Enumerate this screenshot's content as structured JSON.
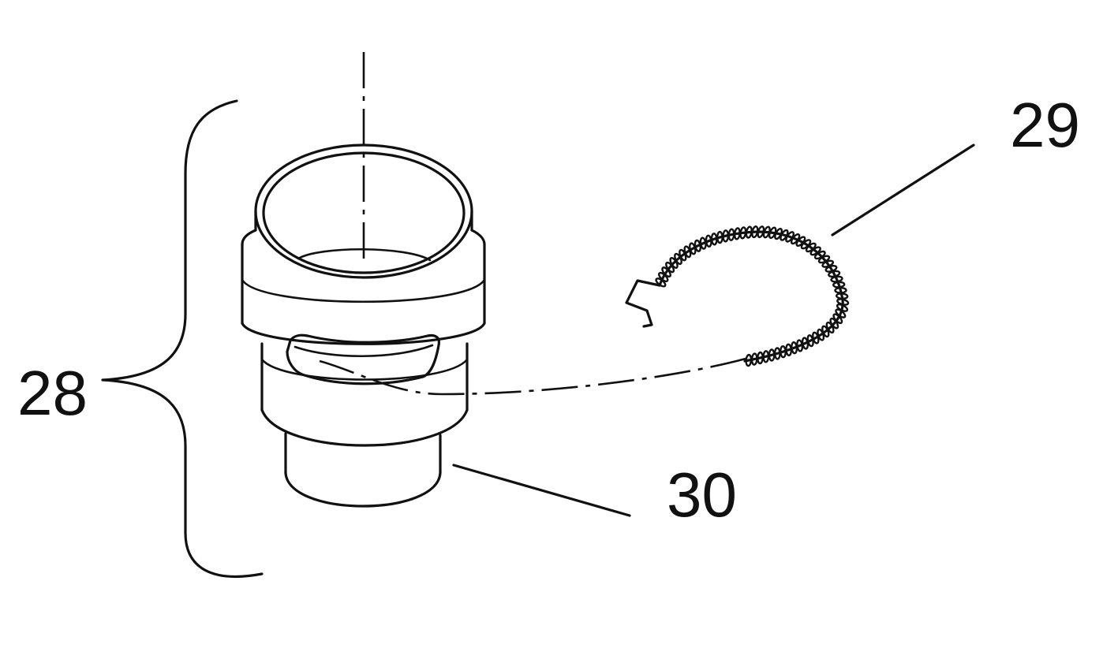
{
  "figure": {
    "labels": {
      "assembly": "28",
      "spring": "29",
      "lower_part": "30"
    },
    "colors": {
      "line": "#111111",
      "background": "#ffffff"
    }
  }
}
